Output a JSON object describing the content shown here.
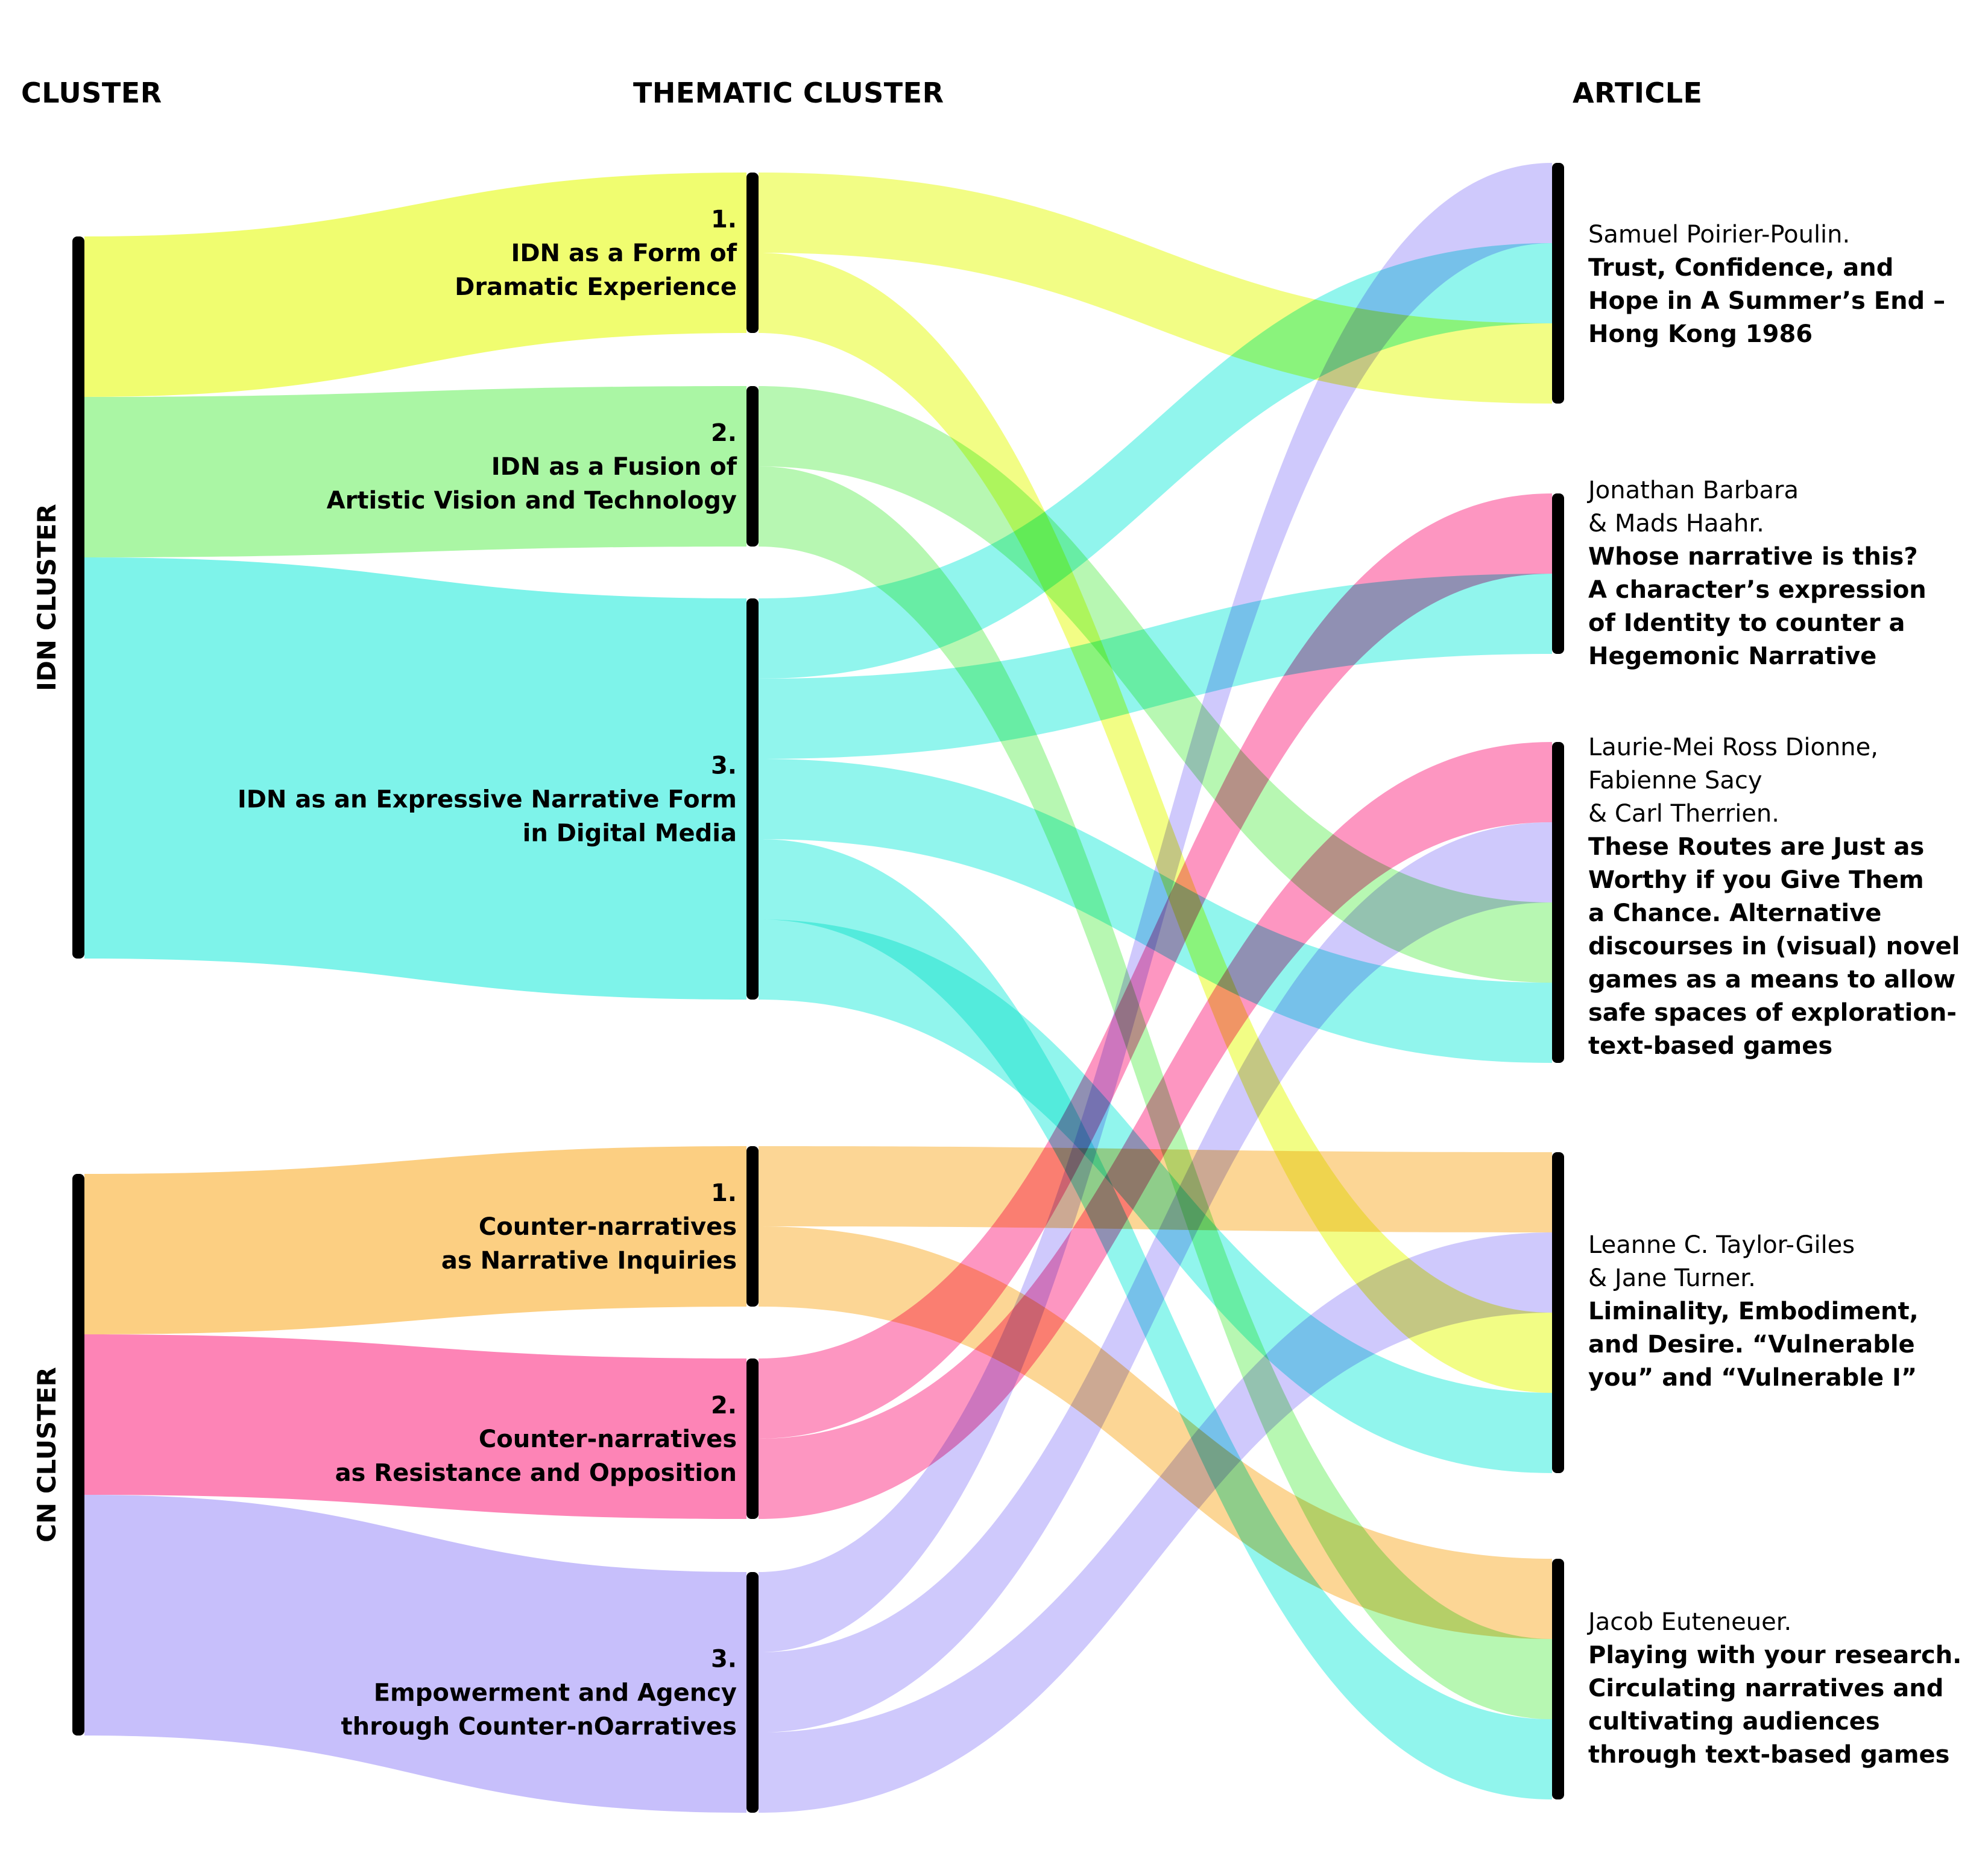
{
  "headers": {
    "cluster": "CLUSTER",
    "thematic": "THEMATIC CLUSTER",
    "article": "ARTICLE"
  },
  "clusters": [
    {
      "id": "idn",
      "label": "IDN CLUSTER"
    },
    {
      "id": "cn",
      "label": "CN CLUSTER"
    }
  ],
  "thematic": [
    {
      "id": "t1",
      "cluster": "idn",
      "color": "#f0fd70",
      "lines": [
        "1.",
        "IDN as a Form of",
        "Dramatic Experience"
      ]
    },
    {
      "id": "t2",
      "cluster": "idn",
      "color": "#aaf6a4",
      "lines": [
        "2.",
        "IDN as a Fusion of",
        "Artistic Vision and Technology"
      ]
    },
    {
      "id": "t3",
      "cluster": "idn",
      "color": "#7ef3ea",
      "lines": [
        "3.",
        "IDN as an Expressive Narrative Form",
        "in Digital Media"
      ]
    },
    {
      "id": "c1",
      "cluster": "cn",
      "color": "#fccf82",
      "lines": [
        "1.",
        "Counter-narratives",
        "as Narrative Inquiries"
      ]
    },
    {
      "id": "c2",
      "cluster": "cn",
      "color": "#fd84b6",
      "lines": [
        "2.",
        "Counter-narratives",
        "as Resistance and Opposition"
      ]
    },
    {
      "id": "c3",
      "cluster": "cn",
      "color": "#c7bffb",
      "lines": [
        "3.",
        "Empowerment and Agency",
        "through Counter-nOarratives"
      ]
    }
  ],
  "articles": [
    {
      "id": "a1",
      "plain": [
        "Samuel Poirier-Poulin."
      ],
      "bold": [
        "Trust, Confidence, and",
        "Hope in A Summer’s End –",
        "Hong Kong 1986"
      ]
    },
    {
      "id": "a2",
      "plain": [
        "Jonathan Barbara",
        "& Mads Haahr."
      ],
      "bold": [
        "Whose narrative is this?",
        "A character’s expression",
        "of Identity to counter a",
        "Hegemonic Narrative"
      ]
    },
    {
      "id": "a3",
      "plain": [
        "Laurie-Mei Ross Dionne,",
        "Fabienne Sacy",
        "& Carl Therrien."
      ],
      "bold": [
        "These Routes are Just as",
        "Worthy if you Give Them",
        "a Chance. Alternative",
        "discourses in (visual) novel",
        "games as a means to allow",
        "safe spaces of exploration-",
        "text-based games"
      ]
    },
    {
      "id": "a4",
      "plain": [
        "Leanne C. Taylor-Giles",
        "& Jane Turner."
      ],
      "bold": [
        "Liminality, Embodiment,",
        "and Desire. “Vulnerable",
        "you” and “Vulnerable I”"
      ]
    },
    {
      "id": "a5",
      "plain": [
        "Jacob Euteneuer."
      ],
      "bold": [
        "Playing with your research.",
        "Circulating narratives and",
        "cultivating audiences",
        "through text-based games"
      ]
    }
  ],
  "links": [
    {
      "from": "t1",
      "to": "a1",
      "value": 1
    },
    {
      "from": "t1",
      "to": "a4",
      "value": 1
    },
    {
      "from": "t2",
      "to": "a3",
      "value": 1
    },
    {
      "from": "t2",
      "to": "a5",
      "value": 1
    },
    {
      "from": "t3",
      "to": "a1",
      "value": 1
    },
    {
      "from": "t3",
      "to": "a2",
      "value": 1
    },
    {
      "from": "t3",
      "to": "a3",
      "value": 1
    },
    {
      "from": "t3",
      "to": "a5",
      "value": 1
    },
    {
      "from": "t3",
      "to": "a4",
      "value": 1
    },
    {
      "from": "c1",
      "to": "a4",
      "value": 1
    },
    {
      "from": "c1",
      "to": "a5",
      "value": 1
    },
    {
      "from": "c2",
      "to": "a2",
      "value": 1
    },
    {
      "from": "c2",
      "to": "a3",
      "value": 1
    },
    {
      "from": "c3",
      "to": "a1",
      "value": 1
    },
    {
      "from": "c3",
      "to": "a3",
      "value": 1
    },
    {
      "from": "c3",
      "to": "a4",
      "value": 1
    }
  ]
}
